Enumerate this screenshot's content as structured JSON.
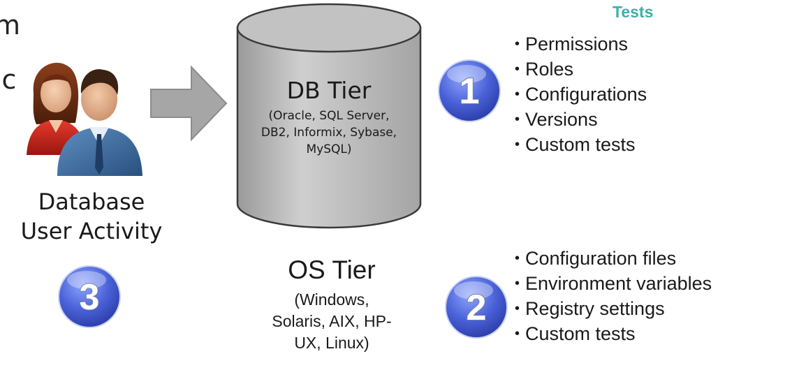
{
  "cut_text": {
    "line1": "m",
    "line2": "ic"
  },
  "arrow_color": "#a6a6a6",
  "badge_color": "#4a62d8",
  "db_tier": {
    "title": "DB Tier",
    "detail_lines": [
      "(Oracle, SQL Server,",
      "DB2, Informix, Sybase,",
      "MySQL)"
    ]
  },
  "users": {
    "icon": "users-icon",
    "caption_lines": [
      "Database",
      "User Activity"
    ],
    "badge": "3"
  },
  "os_tier": {
    "title": "OS Tier",
    "detail_lines": [
      "(Windows,",
      "Solaris, AIX, HP-",
      "UX, Linux)"
    ]
  },
  "tests": {
    "heading": "Tests",
    "heading_color": "#3cb0a8",
    "badge": "1",
    "items": [
      "Permissions",
      "Roles",
      "Configurations",
      "Versions",
      "Custom tests"
    ]
  },
  "os_tests": {
    "badge": "2",
    "items": [
      "Configuration files",
      "Environment variables",
      "Registry settings",
      "Custom tests"
    ]
  }
}
